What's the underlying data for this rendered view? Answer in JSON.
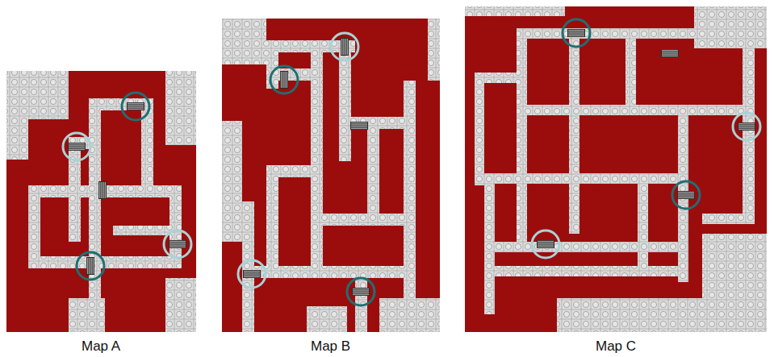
{
  "diagram": {
    "labels": [
      "Map A",
      "Map B",
      "Map C"
    ]
  }
}
